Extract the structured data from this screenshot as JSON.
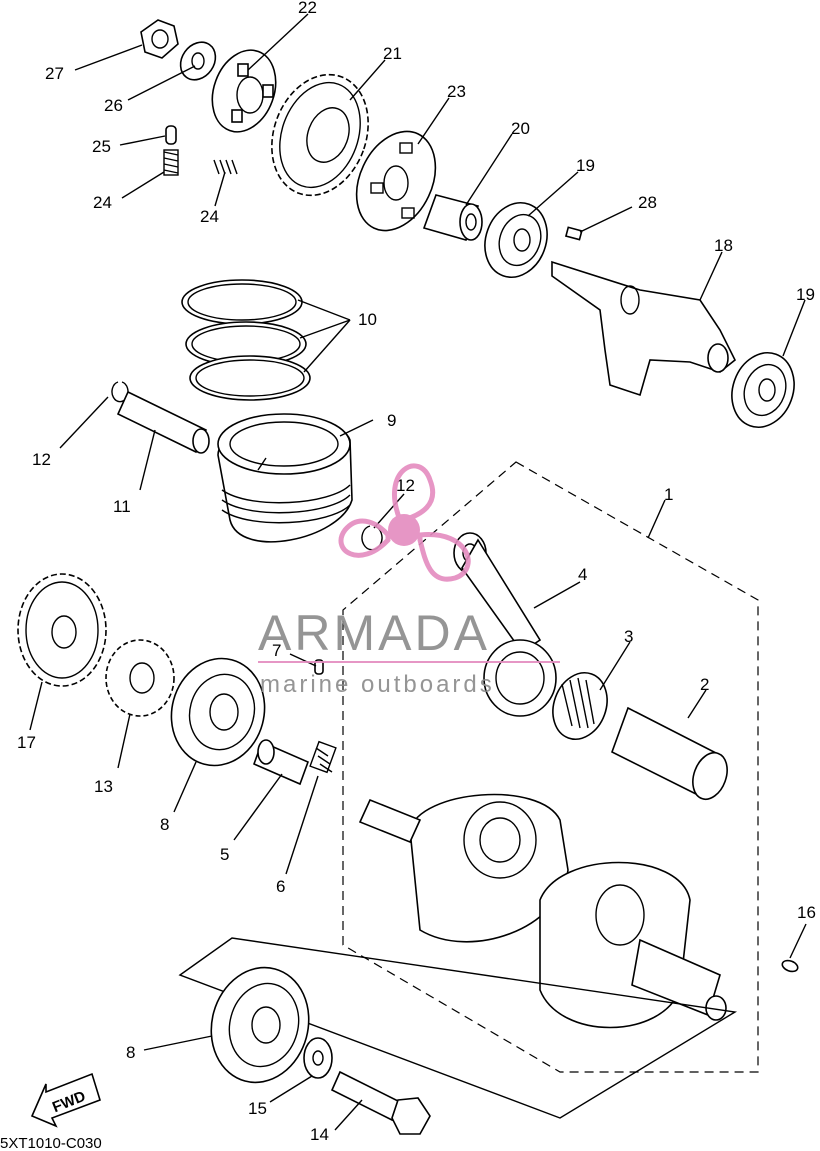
{
  "callouts": [
    {
      "id": "c27",
      "text": "27"
    },
    {
      "id": "c26",
      "text": "26"
    },
    {
      "id": "c22",
      "text": "22"
    },
    {
      "id": "c21",
      "text": "21"
    },
    {
      "id": "c23",
      "text": "23"
    },
    {
      "id": "c20",
      "text": "20"
    },
    {
      "id": "c19a",
      "text": "19"
    },
    {
      "id": "c28",
      "text": "28"
    },
    {
      "id": "c18",
      "text": "18"
    },
    {
      "id": "c19b",
      "text": "19"
    },
    {
      "id": "c25",
      "text": "25"
    },
    {
      "id": "c24a",
      "text": "24"
    },
    {
      "id": "c24b",
      "text": "24"
    },
    {
      "id": "c10",
      "text": "10"
    },
    {
      "id": "c9",
      "text": "9"
    },
    {
      "id": "c12a",
      "text": "12"
    },
    {
      "id": "c11",
      "text": "11"
    },
    {
      "id": "c12b",
      "text": "12"
    },
    {
      "id": "c1",
      "text": "1"
    },
    {
      "id": "c4",
      "text": "4"
    },
    {
      "id": "c3",
      "text": "3"
    },
    {
      "id": "c2",
      "text": "2"
    },
    {
      "id": "c7",
      "text": "7"
    },
    {
      "id": "c17",
      "text": "17"
    },
    {
      "id": "c13",
      "text": "13"
    },
    {
      "id": "c8a",
      "text": "8"
    },
    {
      "id": "c5",
      "text": "5"
    },
    {
      "id": "c6",
      "text": "6"
    },
    {
      "id": "c16",
      "text": "16"
    },
    {
      "id": "c8b",
      "text": "8"
    },
    {
      "id": "c15",
      "text": "15"
    },
    {
      "id": "c14",
      "text": "14"
    }
  ],
  "diagram_code": "5XT1010-C030",
  "fwd_label": "FWD",
  "watermark": {
    "name": "ARMADA",
    "tagline": "marine outboards",
    "accent": "#e48bbf"
  }
}
